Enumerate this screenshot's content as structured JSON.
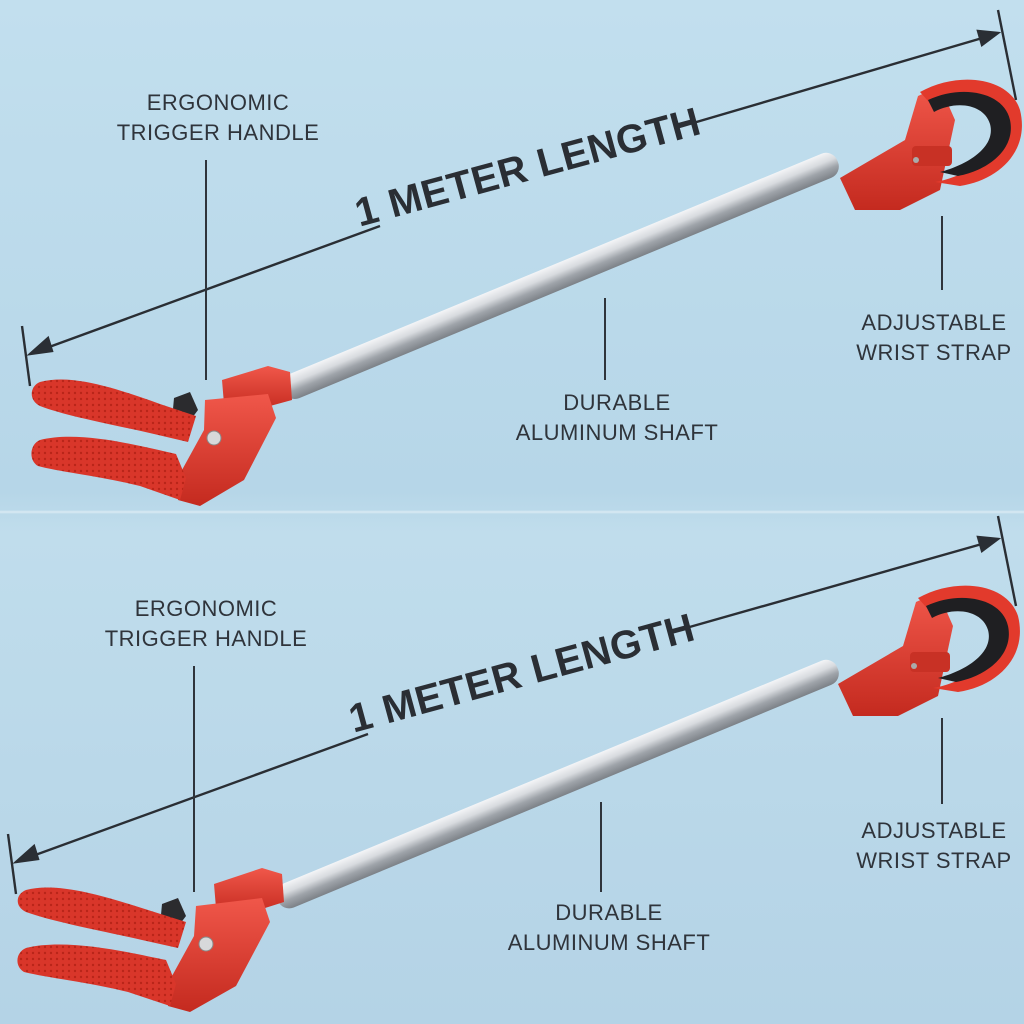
{
  "panels": [
    {
      "length_label": "1 METER LENGTH",
      "callouts": {
        "trigger_handle": [
          "ERGONOMIC",
          "TRIGGER HANDLE"
        ],
        "aluminum_shaft": [
          "DURABLE",
          "ALUMINUM SHAFT"
        ],
        "wrist_strap": [
          "ADJUSTABLE",
          "WRIST STRAP"
        ]
      }
    },
    {
      "length_label": "1 METER LENGTH",
      "callouts": {
        "trigger_handle": [
          "ERGONOMIC",
          "TRIGGER HANDLE"
        ],
        "aluminum_shaft": [
          "DURABLE",
          "ALUMINUM SHAFT"
        ],
        "wrist_strap": [
          "ADJUSTABLE",
          "WRIST STRAP"
        ]
      }
    }
  ],
  "colors": {
    "background": "#bcd9e9",
    "grip_red": "#e23a2c",
    "shaft_silver": "#c9ccd0",
    "strap_black": "#1f1f22",
    "text_dark": "#2f343b"
  },
  "icons": [
    "reacher-grabber-tool",
    "double-arrow-dimension-line"
  ]
}
